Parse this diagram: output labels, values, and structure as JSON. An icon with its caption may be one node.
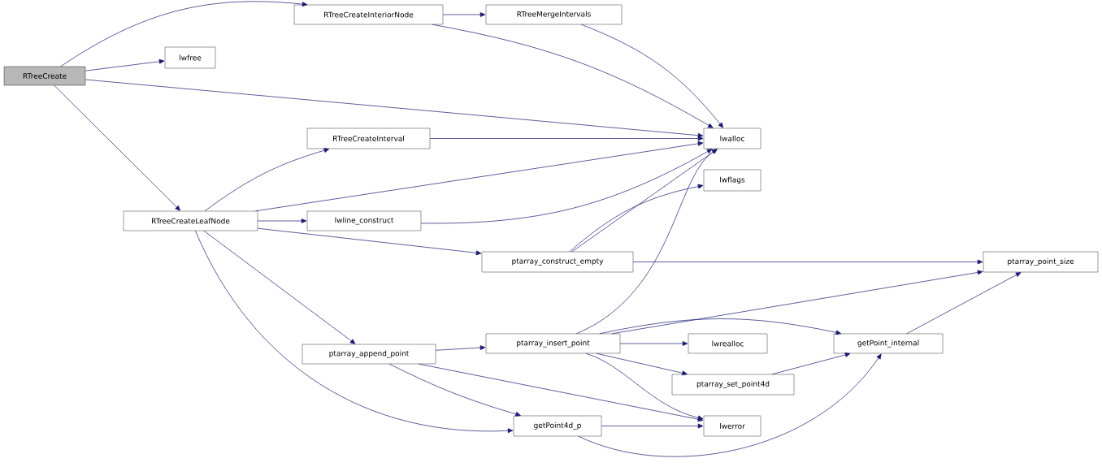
{
  "diagram": {
    "nodes": [
      {
        "text": [
          "RTreeCreate"
        ]
      },
      {
        "text": [
          "RTreeCreateInteriorNode"
        ]
      },
      {
        "text": [
          "RTreeMergeIntervals"
        ]
      },
      {
        "text": [
          "lwfree"
        ]
      },
      {
        "text": [
          "lwalloc"
        ]
      },
      {
        "text": [
          "RTreeCreateInterval"
        ]
      },
      {
        "text": [
          "RTreeCreateLeafNode"
        ]
      },
      {
        "text": [
          "lwflags"
        ]
      },
      {
        "text": [
          "lwline_construct"
        ]
      },
      {
        "text": [
          "ptarray_construct_empty"
        ]
      },
      {
        "text": [
          "ptarray_point_size"
        ]
      },
      {
        "text": [
          "ptarray_append_point"
        ]
      },
      {
        "text": [
          "ptarray_insert_point"
        ]
      },
      {
        "text": [
          "lwrealloc"
        ]
      },
      {
        "text": [
          "getPoint_internal"
        ]
      },
      {
        "text": [
          "ptarray_set_point4d"
        ]
      },
      {
        "text": [
          "getPoint4d_p"
        ]
      },
      {
        "text": [
          "lwerror"
        ]
      }
    ],
    "edges": [
      {
        "from": 0,
        "to": 1,
        "arrow": "to"
      },
      {
        "from": 0,
        "to": 3,
        "arrow": "to"
      },
      {
        "from": 0,
        "to": 4,
        "arrow": "to"
      },
      {
        "from": 0,
        "to": 6,
        "arrow": "to"
      },
      {
        "from": 1,
        "to": 2,
        "arrow": "to"
      },
      {
        "from": 1,
        "to": 4,
        "arrow": "to"
      },
      {
        "from": 2,
        "to": 4,
        "arrow": "to"
      },
      {
        "from": 6,
        "to": 5,
        "arrow": "to"
      },
      {
        "from": 6,
        "to": 4,
        "arrow": "to"
      },
      {
        "from": 6,
        "to": 8,
        "arrow": "to"
      },
      {
        "from": 6,
        "to": 9,
        "arrow": "to"
      },
      {
        "from": 6,
        "to": 11,
        "arrow": "to"
      },
      {
        "from": 6,
        "to": 16,
        "arrow": "to"
      },
      {
        "from": 5,
        "to": 4,
        "arrow": "to"
      },
      {
        "from": 8,
        "to": 4,
        "arrow": "to"
      },
      {
        "from": 9,
        "to": 4,
        "arrow": "to"
      },
      {
        "from": 9,
        "to": 7,
        "arrow": "to"
      },
      {
        "from": 9,
        "to": 10,
        "arrow": "to"
      },
      {
        "from": 12,
        "to": 4,
        "arrow": "to"
      },
      {
        "from": 12,
        "to": 10,
        "arrow": "to"
      },
      {
        "from": 12,
        "to": 14,
        "arrow": "to"
      },
      {
        "from": 12,
        "to": 13,
        "arrow": "to"
      },
      {
        "from": 12,
        "to": 15,
        "arrow": "to"
      },
      {
        "from": 12,
        "to": 17,
        "arrow": "to"
      },
      {
        "from": 11,
        "to": 12,
        "arrow": "to"
      },
      {
        "from": 11,
        "to": 16,
        "arrow": "to"
      },
      {
        "from": 11,
        "to": 17,
        "arrow": "to"
      },
      {
        "from": 14,
        "to": 10,
        "arrow": "to"
      },
      {
        "from": 15,
        "to": 14,
        "arrow": "to"
      },
      {
        "from": 16,
        "to": 17,
        "arrow": "to"
      },
      {
        "from": 16,
        "to": 14,
        "arrow": "to"
      }
    ]
  }
}
